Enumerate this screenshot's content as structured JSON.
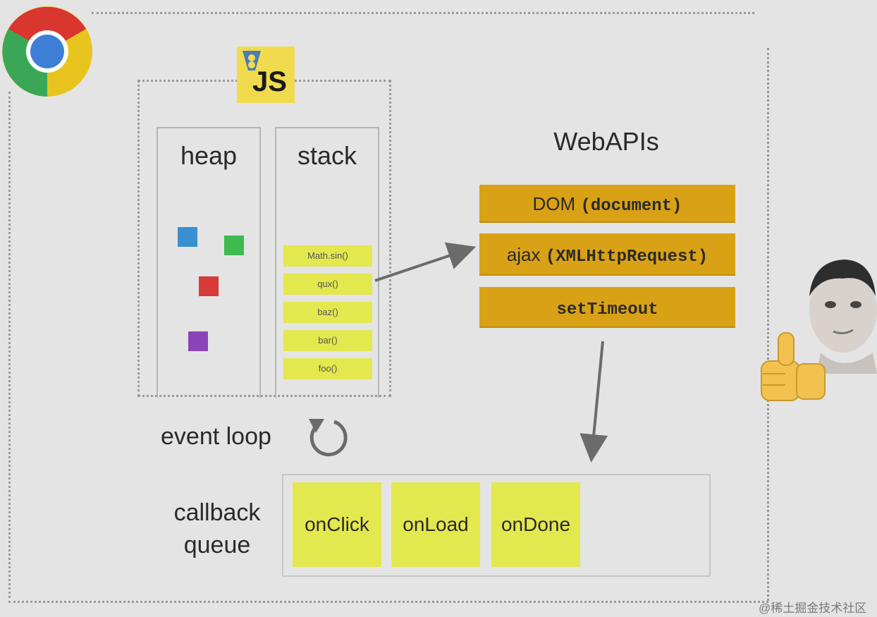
{
  "js_logo": {
    "text": "JS"
  },
  "heap": {
    "title": "heap"
  },
  "stack": {
    "title": "stack",
    "frames": [
      "Math.sin()",
      "qux()",
      "baz()",
      "bar()",
      "foo()"
    ]
  },
  "webapis": {
    "title": "WebAPIs",
    "items": [
      {
        "name": "DOM",
        "detail": "(document)"
      },
      {
        "name": "ajax",
        "detail": "(XMLHttpRequest)"
      },
      {
        "name": "",
        "detail": "setTimeout"
      }
    ]
  },
  "event_loop": {
    "label": "event loop"
  },
  "callback_queue": {
    "label_line1": "callback",
    "label_line2": "queue",
    "items": [
      "onClick",
      "onLoad",
      "onDone"
    ]
  },
  "watermark": "@稀土掘金技术社区",
  "colors": {
    "background": "#e4e4e4",
    "webapi_orange": "#d9a115",
    "stack_yellow": "#e3e84e",
    "js_yellow": "#f0db4f",
    "heap_blue": "#3a8fd0",
    "heap_green": "#3dbb4f",
    "heap_red": "#d93a3a",
    "heap_purple": "#8a44b8"
  },
  "icons": [
    "chrome-logo-icon",
    "v8-icon",
    "refresh-loop-icon",
    "thumbs-up-person-icon"
  ]
}
